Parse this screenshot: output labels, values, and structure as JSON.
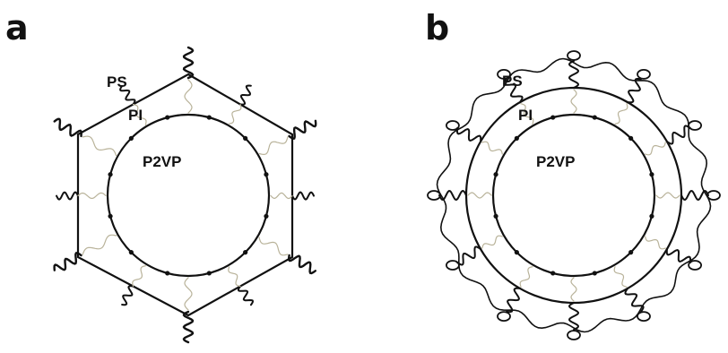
{
  "panels": [
    {
      "letter": "a",
      "labels": {
        "outer": "PS",
        "middle": "PI",
        "core": "P2VP"
      }
    },
    {
      "letter": "b",
      "labels": {
        "outer": "PS",
        "middle": "PI",
        "core": "P2VP"
      }
    }
  ],
  "colors": {
    "ink": "#111111",
    "faint": "#b9b39a"
  }
}
